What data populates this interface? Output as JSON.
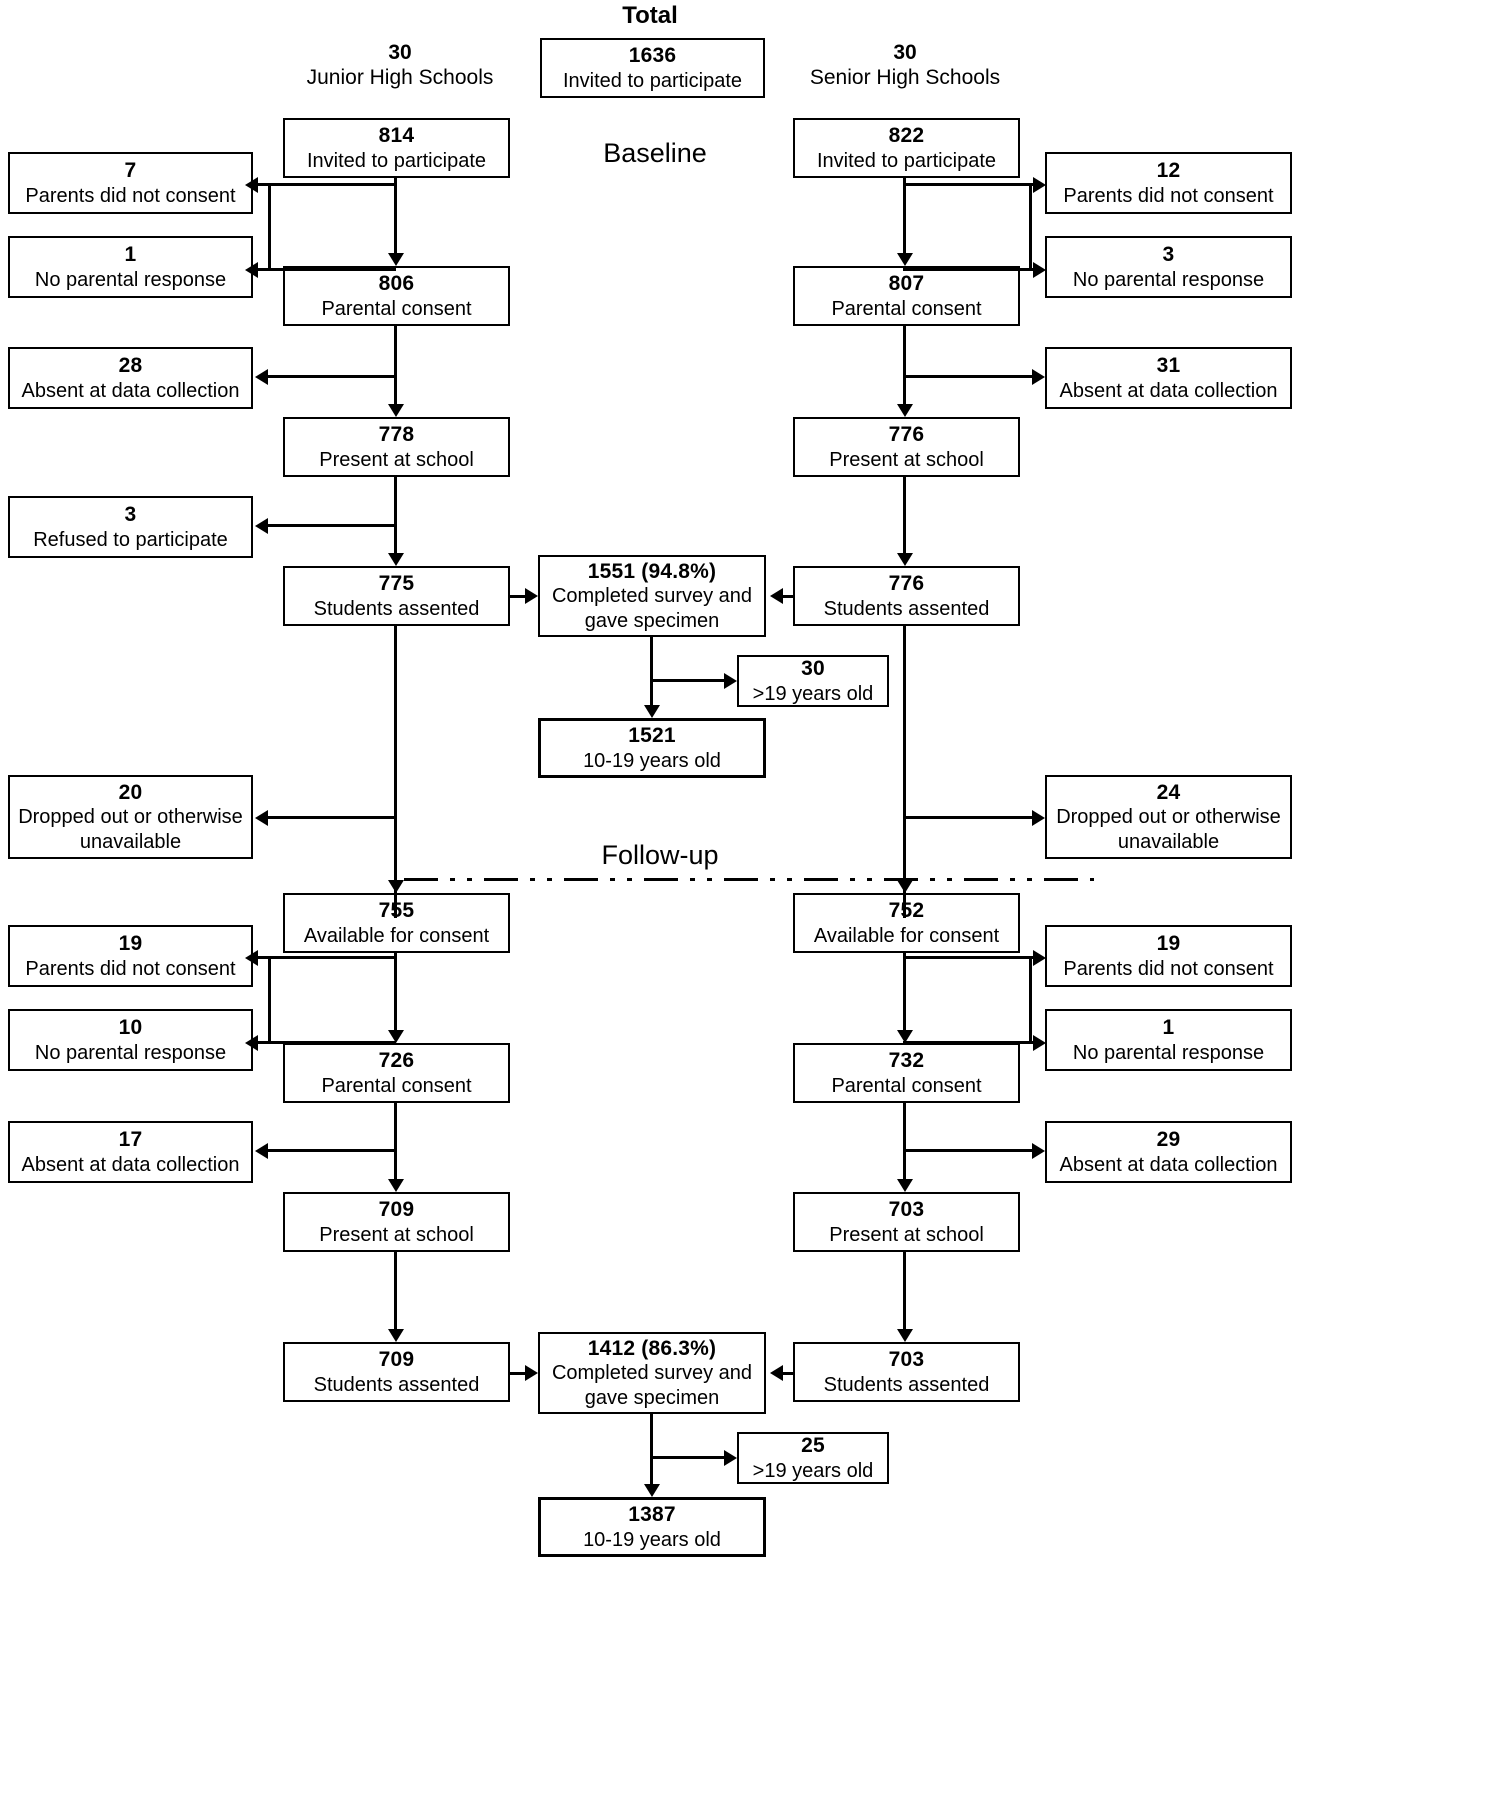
{
  "labels": {
    "total": "Total",
    "baseline": "Baseline",
    "followup": "Follow-up"
  },
  "headers": {
    "junior": {
      "count": "30",
      "title": "Junior High Schools"
    },
    "senior": {
      "count": "30",
      "title": "Senior High Schools"
    }
  },
  "total_box": {
    "num": "1636",
    "label": "Invited to participate"
  },
  "baseline": {
    "junior": [
      {
        "num": "814",
        "label": "Invited to participate"
      },
      {
        "num": "806",
        "label": "Parental consent"
      },
      {
        "num": "778",
        "label": "Present at school"
      },
      {
        "num": "775",
        "label": "Students assented"
      }
    ],
    "senior": [
      {
        "num": "822",
        "label": "Invited to participate"
      },
      {
        "num": "807",
        "label": "Parental consent"
      },
      {
        "num": "776",
        "label": "Present at school"
      },
      {
        "num": "776",
        "label": "Students assented"
      }
    ],
    "junior_excl": [
      {
        "num": "7",
        "label": "Parents did not consent"
      },
      {
        "num": "1",
        "label": "No parental response"
      },
      {
        "num": "28",
        "label": "Absent at data collection"
      },
      {
        "num": "3",
        "label": "Refused to participate"
      }
    ],
    "senior_excl": [
      {
        "num": "12",
        "label": "Parents did not consent"
      },
      {
        "num": "3",
        "label": "No parental response"
      },
      {
        "num": "31",
        "label": "Absent at data collection"
      }
    ],
    "completed": {
      "num": "1551 (94.8%)",
      "label": "Completed survey and gave specimen"
    },
    "over19": {
      "num": "30",
      "label": ">19 years old"
    },
    "final": {
      "num": "1521",
      "label": "10-19 years old"
    },
    "dropout_junior": {
      "num": "20",
      "label": "Dropped out or otherwise unavailable"
    },
    "dropout_senior": {
      "num": "24",
      "label": "Dropped out or otherwise unavailable"
    }
  },
  "followup": {
    "junior": [
      {
        "num": "755",
        "label": "Available for consent"
      },
      {
        "num": "726",
        "label": "Parental consent"
      },
      {
        "num": "709",
        "label": "Present at school"
      },
      {
        "num": "709",
        "label": "Students assented"
      }
    ],
    "senior": [
      {
        "num": "752",
        "label": "Available for consent"
      },
      {
        "num": "732",
        "label": "Parental consent"
      },
      {
        "num": "703",
        "label": "Present at school"
      },
      {
        "num": "703",
        "label": "Students assented"
      }
    ],
    "junior_excl": [
      {
        "num": "19",
        "label": "Parents did not consent"
      },
      {
        "num": "10",
        "label": "No parental response"
      },
      {
        "num": "17",
        "label": "Absent at data collection"
      }
    ],
    "senior_excl": [
      {
        "num": "19",
        "label": "Parents did not consent"
      },
      {
        "num": "1",
        "label": "No parental response"
      },
      {
        "num": "29",
        "label": "Absent at data collection"
      }
    ],
    "completed": {
      "num": "1412 (86.3%)",
      "label": "Completed survey and gave specimen"
    },
    "over19": {
      "num": "25",
      "label": ">19 years old"
    },
    "final": {
      "num": "1387",
      "label": "10-19 years old"
    }
  },
  "chart_data": {
    "type": "diagram",
    "title": "Participant flow diagram (CONSORT-style)",
    "stages": [
      {
        "stage": "Invited to participate",
        "total": 1636,
        "junior": 814,
        "senior": 822,
        "phase": "Baseline"
      },
      {
        "stage": "Parental consent",
        "junior": 806,
        "senior": 807,
        "phase": "Baseline"
      },
      {
        "stage": "Present at school",
        "junior": 778,
        "senior": 776,
        "phase": "Baseline"
      },
      {
        "stage": "Students assented",
        "junior": 775,
        "senior": 776,
        "phase": "Baseline"
      },
      {
        "stage": "Completed survey and gave specimen",
        "total": 1551,
        "percent": 94.8,
        "phase": "Baseline"
      },
      {
        "stage": ">19 years old excluded",
        "total": 30,
        "phase": "Baseline"
      },
      {
        "stage": "10-19 years old analysed",
        "total": 1521,
        "phase": "Baseline"
      },
      {
        "stage": "Available for consent",
        "junior": 755,
        "senior": 752,
        "phase": "Follow-up"
      },
      {
        "stage": "Parental consent",
        "junior": 726,
        "senior": 732,
        "phase": "Follow-up"
      },
      {
        "stage": "Present at school",
        "junior": 709,
        "senior": 703,
        "phase": "Follow-up"
      },
      {
        "stage": "Students assented",
        "junior": 709,
        "senior": 703,
        "phase": "Follow-up"
      },
      {
        "stage": "Completed survey and gave specimen",
        "total": 1412,
        "percent": 86.3,
        "phase": "Follow-up"
      },
      {
        "stage": ">19 years old excluded",
        "total": 25,
        "phase": "Follow-up"
      },
      {
        "stage": "10-19 years old analysed",
        "total": 1387,
        "phase": "Follow-up"
      }
    ],
    "exclusions": {
      "baseline_junior": [
        {
          "reason": "Parents did not consent",
          "n": 7
        },
        {
          "reason": "No parental response",
          "n": 1
        },
        {
          "reason": "Absent at data collection",
          "n": 28
        },
        {
          "reason": "Refused to participate",
          "n": 3
        },
        {
          "reason": "Dropped out or otherwise unavailable",
          "n": 20
        }
      ],
      "baseline_senior": [
        {
          "reason": "Parents did not consent",
          "n": 12
        },
        {
          "reason": "No parental response",
          "n": 3
        },
        {
          "reason": "Absent at data collection",
          "n": 31
        },
        {
          "reason": "Dropped out or otherwise unavailable",
          "n": 24
        }
      ],
      "followup_junior": [
        {
          "reason": "Parents did not consent",
          "n": 19
        },
        {
          "reason": "No parental response",
          "n": 10
        },
        {
          "reason": "Absent at data collection",
          "n": 17
        }
      ],
      "followup_senior": [
        {
          "reason": "Parents did not consent",
          "n": 19
        },
        {
          "reason": "No parental response",
          "n": 1
        },
        {
          "reason": "Absent at data collection",
          "n": 29
        }
      ]
    },
    "schools": {
      "junior_high": 30,
      "senior_high": 30
    }
  }
}
